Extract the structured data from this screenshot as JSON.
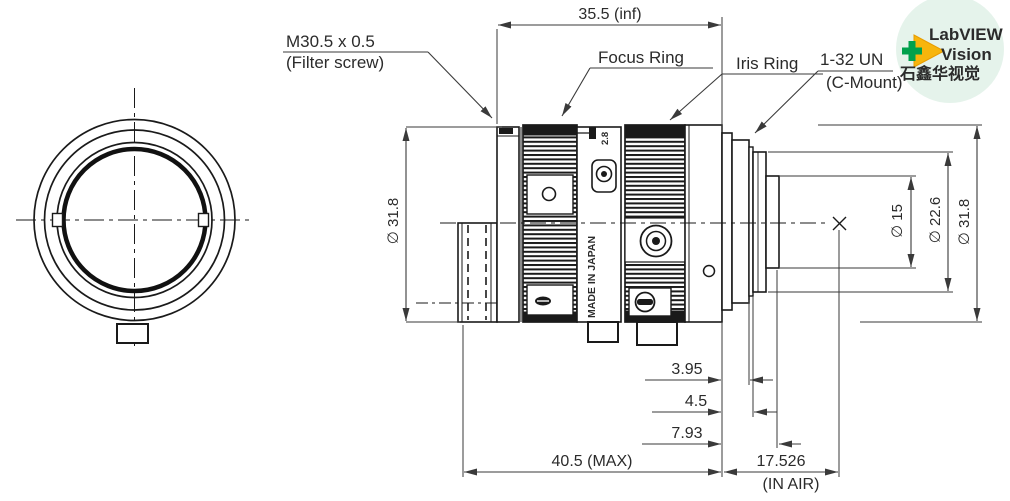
{
  "drawing": {
    "labels": {
      "filter_screw_line1": "M30.5 x 0.5",
      "filter_screw_line2": "(Filter screw)",
      "focus_ring": "Focus Ring",
      "iris_ring": "Iris Ring",
      "mount_line1": "1-32 UN",
      "mount_line2": "(C-Mount)"
    },
    "dimensions": {
      "top_length": "35.5 (inf)",
      "front_diameter": "∅ 31.8",
      "rear_inner_diameter": "∅ 15",
      "rear_mid_diameter": "∅ 22.6",
      "rear_outer_diameter": "∅ 31.8",
      "flange_step1": "3.95",
      "flange_step2": "4.5",
      "flange_step3": "7.93",
      "max_length": "40.5 (MAX)",
      "flange_focal_line1": "17.526",
      "flange_focal_line2": "(IN AIR)"
    },
    "body_markings": {
      "aperture_mark": "2.8",
      "barrel_text": "MADE IN JAPAN"
    }
  },
  "logo": {
    "line1": "LabVIEW",
    "line2": "Vision",
    "line3": "石鑫华视觉",
    "colors": {
      "green": "#00a14c",
      "red": "#e73c1a",
      "yellow": "#f7b50c",
      "circle_bg": "#e4f2ea"
    }
  },
  "canvas": {
    "line_color": "#1a1a1a",
    "dim_color": "#3a3a3a",
    "background": "#ffffff"
  }
}
